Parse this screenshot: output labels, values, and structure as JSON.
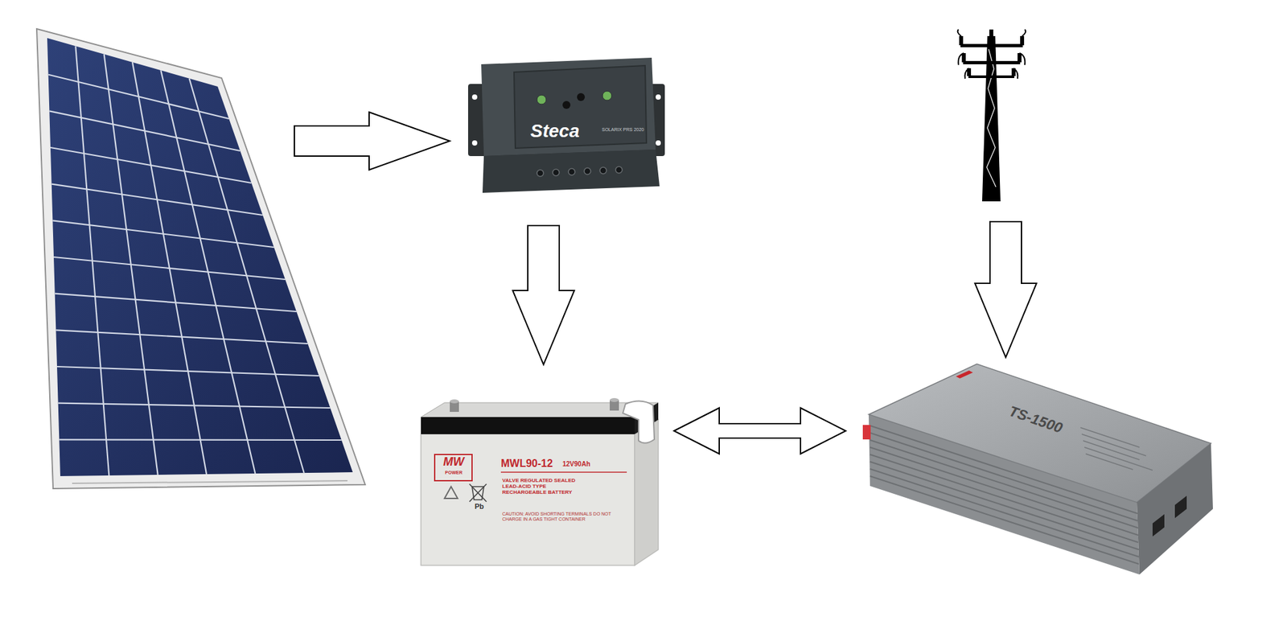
{
  "diagram": {
    "nodes": [
      {
        "text": []
      },
      {
        "text": [
          "Steca",
          "SOLARIX PRS 2020"
        ]
      },
      {
        "text": []
      },
      {
        "text": [
          "MW",
          "POWER",
          "MWL90-12",
          "12V90Ah",
          "VALVE REGULATED SEALED LEAD-ACID TYPE RECHARGEABLE BATTERY",
          "Pb",
          "CAUTION: AVOID SHORTING TERMINALS DO NOT CHARGE IN A GAS TIGHT CONTAINER"
        ]
      },
      {
        "text": [
          "TS-1500"
        ]
      }
    ],
    "edges": [
      {
        "from": 0,
        "to": 1,
        "arrow": "to"
      },
      {
        "from": 1,
        "to": 3,
        "arrow": "to"
      },
      {
        "from": 2,
        "to": 4,
        "arrow": "to"
      },
      {
        "from": 3,
        "to": 4,
        "arrow": "both"
      }
    ]
  }
}
